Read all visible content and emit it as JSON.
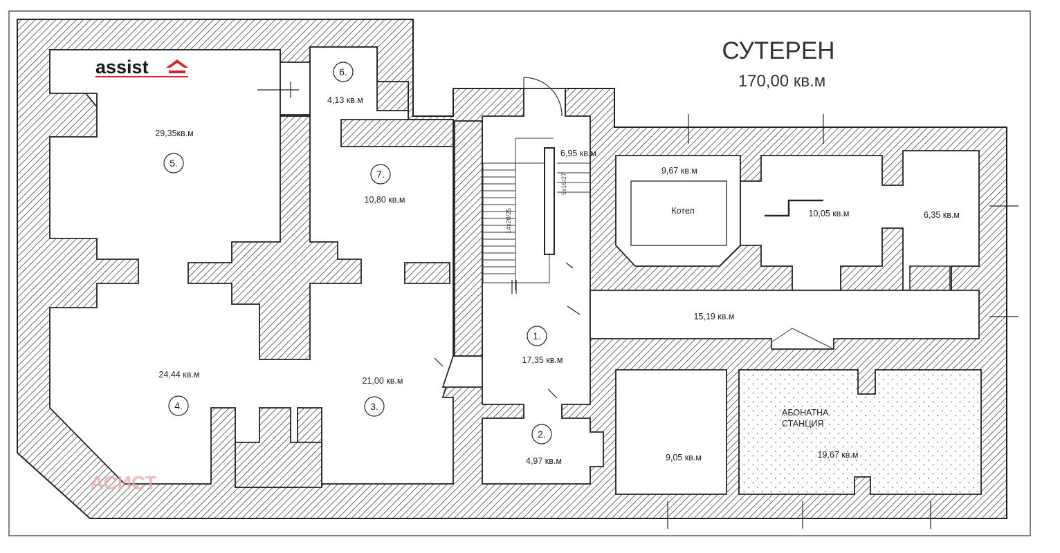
{
  "title": "СУТЕРЕН",
  "total_area": "170,00 кв.м",
  "logo_text": "assist",
  "watermark": "АСИСТ",
  "rooms": [
    {
      "num": "1.",
      "area": "17,35 кв.м"
    },
    {
      "num": "2.",
      "area": "4,97 кв.м"
    },
    {
      "num": "3.",
      "area": "21,00 кв.м"
    },
    {
      "num": "4.",
      "area": "24,44 кв.м"
    },
    {
      "num": "5.",
      "area": "29,35кв.м"
    },
    {
      "num": "6.",
      "area": "4,13 кв.м"
    },
    {
      "num": "7.",
      "area": "10,80 кв.м"
    }
  ],
  "other_areas": {
    "stair": "6,95 кв.м",
    "boiler_room": "9,67 кв.м",
    "boiler_label": "Котел",
    "hall_right": "10,05 кв.м",
    "small_right": "6,35 кв.м",
    "corridor": "15,19 кв.м",
    "room_bottom": "9,05 кв.м",
    "substation_area": "19,67 кв.м",
    "substation_line1": "АБОНАТНА",
    "substation_line2": "СТАНЦИЯ"
  },
  "stair_notes": [
    "14x20/25",
    "9x16/27"
  ],
  "colors": {
    "wall": "#4a4a4a",
    "frame": "#555555",
    "logo_red": "#d8232a"
  }
}
